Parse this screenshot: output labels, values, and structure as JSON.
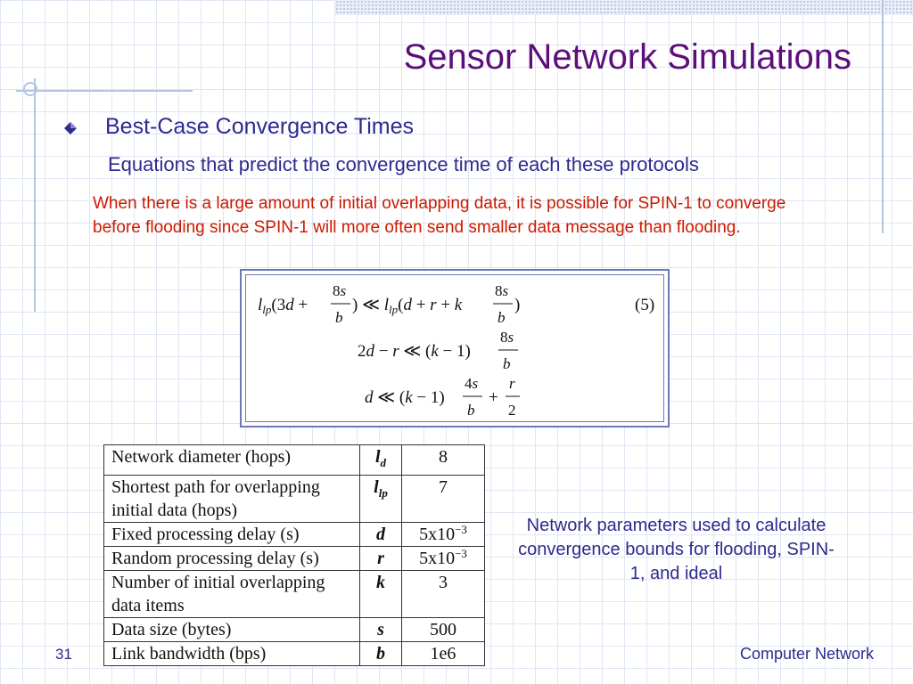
{
  "slide": {
    "title": "Sensor Network Simulations",
    "bullet": "Best-Case Convergence Times",
    "subbullet": "Equations that predict the convergence time of each these protocols",
    "note": "When there is a large amount of initial overlapping data, it is possible for SPIN-1 to converge before flooding since SPIN-1 will more often send smaller data message than flooding.",
    "caption": "Network parameters used to calculate convergence bounds for flooding, SPIN-1, and ideal",
    "page_number": "31",
    "footer": "Computer Network"
  },
  "equations": {
    "number": "(5)",
    "lines": [
      "l_lp(3d + 8s/b) ≪ l_lp(d + r + k·8s/b)",
      "2d − r ≪ (k − 1)·8s/b",
      "d ≪ (k − 1)·4s/b + r/2"
    ]
  },
  "parameters_table": {
    "rows": [
      {
        "name": "Network diameter (hops)",
        "symbol": "l",
        "subscript": "d",
        "value": "8",
        "sup": ""
      },
      {
        "name": "Shortest path for overlapping initial data (hops)",
        "symbol": "l",
        "subscript": "lp",
        "value": "7",
        "sup": ""
      },
      {
        "name": "Fixed processing delay (s)",
        "symbol": "d",
        "subscript": "",
        "value": "5x10",
        "sup": "−3"
      },
      {
        "name": "Random processing delay (s)",
        "symbol": "r",
        "subscript": "",
        "value": "5x10",
        "sup": "−3"
      },
      {
        "name": "Number of initial overlapping data items",
        "symbol": "k",
        "subscript": "",
        "value": "3",
        "sup": ""
      },
      {
        "name": "Data size (bytes)",
        "symbol": "s",
        "subscript": "",
        "value": "500",
        "sup": ""
      },
      {
        "name": "Link bandwidth (bps)",
        "symbol": "b",
        "subscript": "",
        "value": "1e6",
        "sup": ""
      }
    ]
  },
  "colors": {
    "title": "#5c0f7a",
    "body_text": "#2e2a8f",
    "note_text": "#cc1a00",
    "accent_lines": "#b6c4e0"
  }
}
